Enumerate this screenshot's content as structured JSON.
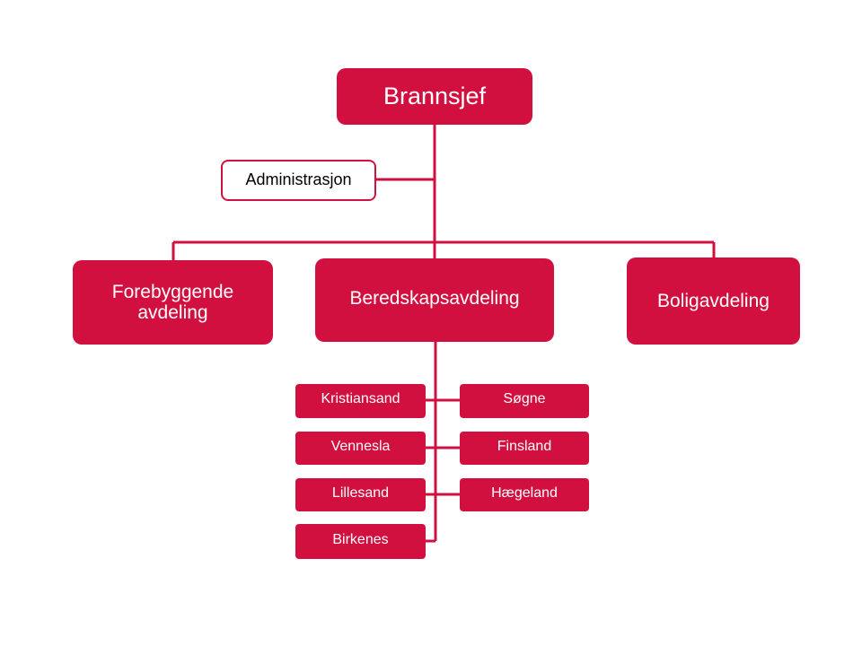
{
  "colors": {
    "accent": "#d21040",
    "text_light": "#ffffff",
    "text_dark": "#000000"
  },
  "chart": {
    "top": {
      "label": "Brannsjef"
    },
    "staff": {
      "label": "Administrasjon"
    },
    "departments": [
      {
        "label_line1": "Forebyggende",
        "label_line2": "avdeling"
      },
      {
        "label_line1": "Beredskapsavdeling",
        "label_line2": ""
      },
      {
        "label_line1": "Boligavdeling",
        "label_line2": ""
      }
    ],
    "stations_left": [
      {
        "label": "Kristiansand"
      },
      {
        "label": "Vennesla"
      },
      {
        "label": "Lillesand"
      },
      {
        "label": "Birkenes"
      }
    ],
    "stations_right": [
      {
        "label": "Søgne"
      },
      {
        "label": "Finsland"
      },
      {
        "label": "Hægeland"
      }
    ]
  }
}
